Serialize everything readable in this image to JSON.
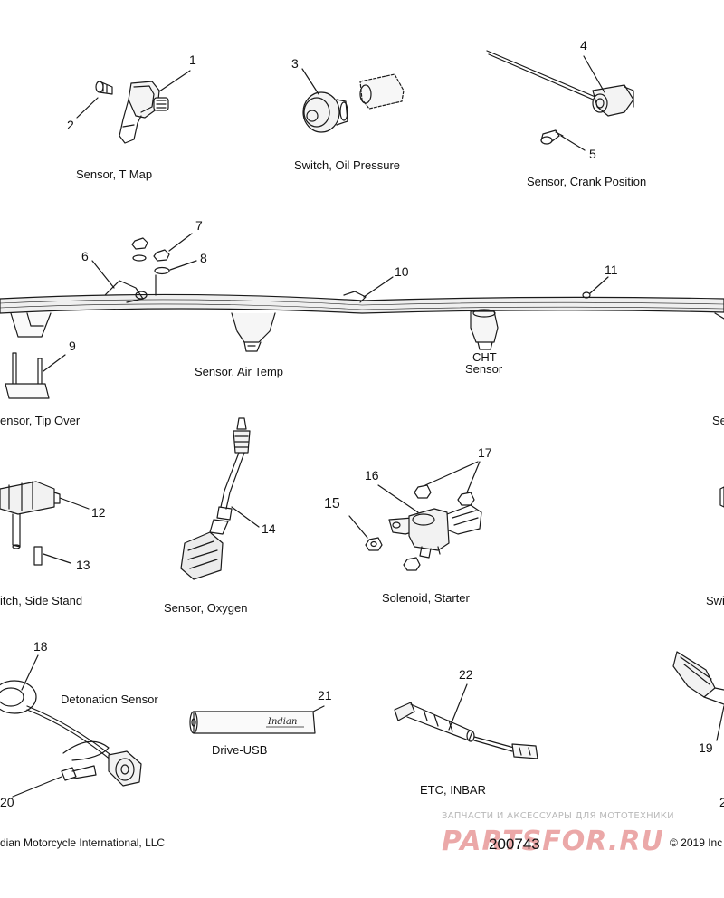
{
  "parts": [
    {
      "num": "1",
      "label": "Sensor, T Map"
    },
    {
      "num": "2",
      "label": ""
    },
    {
      "num": "3",
      "label": "Switch, Oil Pressure"
    },
    {
      "num": "4",
      "label": "Sensor, Crank Position"
    },
    {
      "num": "5",
      "label": ""
    },
    {
      "num": "6",
      "label": ""
    },
    {
      "num": "7",
      "label": ""
    },
    {
      "num": "8",
      "label": ""
    },
    {
      "num": "9",
      "label": "Sensor, Tip Over"
    },
    {
      "num": "10",
      "label": "Sensor, Air Temp"
    },
    {
      "num": "11",
      "label": ""
    },
    {
      "num": "12",
      "label": "Switch, Side Stand"
    },
    {
      "num": "13",
      "label": ""
    },
    {
      "num": "14",
      "label": "Sensor, Oxygen"
    },
    {
      "num": "15",
      "label": ""
    },
    {
      "num": "16",
      "label": "Solenoid, Starter"
    },
    {
      "num": "17",
      "label": ""
    },
    {
      "num": "18",
      "label": "Detonation Sensor"
    },
    {
      "num": "19",
      "label": ""
    },
    {
      "num": "20",
      "label": ""
    },
    {
      "num": "21",
      "label": "Drive-USB"
    },
    {
      "num": "22",
      "label": "ETC, INBAR"
    }
  ],
  "labels": {
    "cht_line1": "CHT",
    "cht_line2": "Sensor",
    "tip_over": "ensor, Tip Over",
    "side_stand": "itch, Side Stand",
    "right_se": "Se",
    "right_swi": "Swi",
    "right_2": "2"
  },
  "footer": {
    "copyright_left": "dian Motorcycle International, LLC",
    "figure_number": "200743",
    "copyright_right": "© 2019 Inc",
    "watermark_text": "ЗАПЧАСТИ И АКСЕССУАРЫ ДЛЯ МОТОТЕХНИКИ",
    "watermark_logo": "PARTSFOR.RU"
  },
  "usb_brand": "Indian",
  "colors": {
    "line": "#1a1a1a",
    "watermark": "#e08080"
  }
}
